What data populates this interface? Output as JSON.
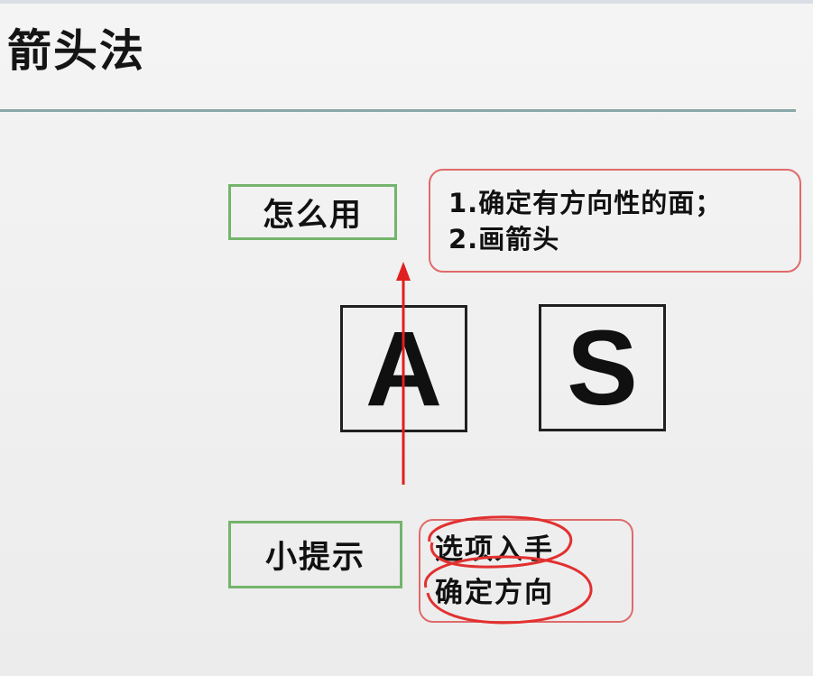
{
  "slide": {
    "title": "箭头法",
    "usage_label": "怎么用",
    "steps": [
      "1.确定有方向性的面；",
      "2.画箭头"
    ],
    "cube_faces": [
      "A",
      "S"
    ],
    "hint_label": "小提示",
    "tips": [
      "选项入手",
      "确定方向"
    ]
  },
  "colors": {
    "background": "#efefef",
    "title_rule": "#8aa7a8",
    "green_border": "#74b46c",
    "red_border": "#e06a6a",
    "arrow_red": "#e02020"
  }
}
